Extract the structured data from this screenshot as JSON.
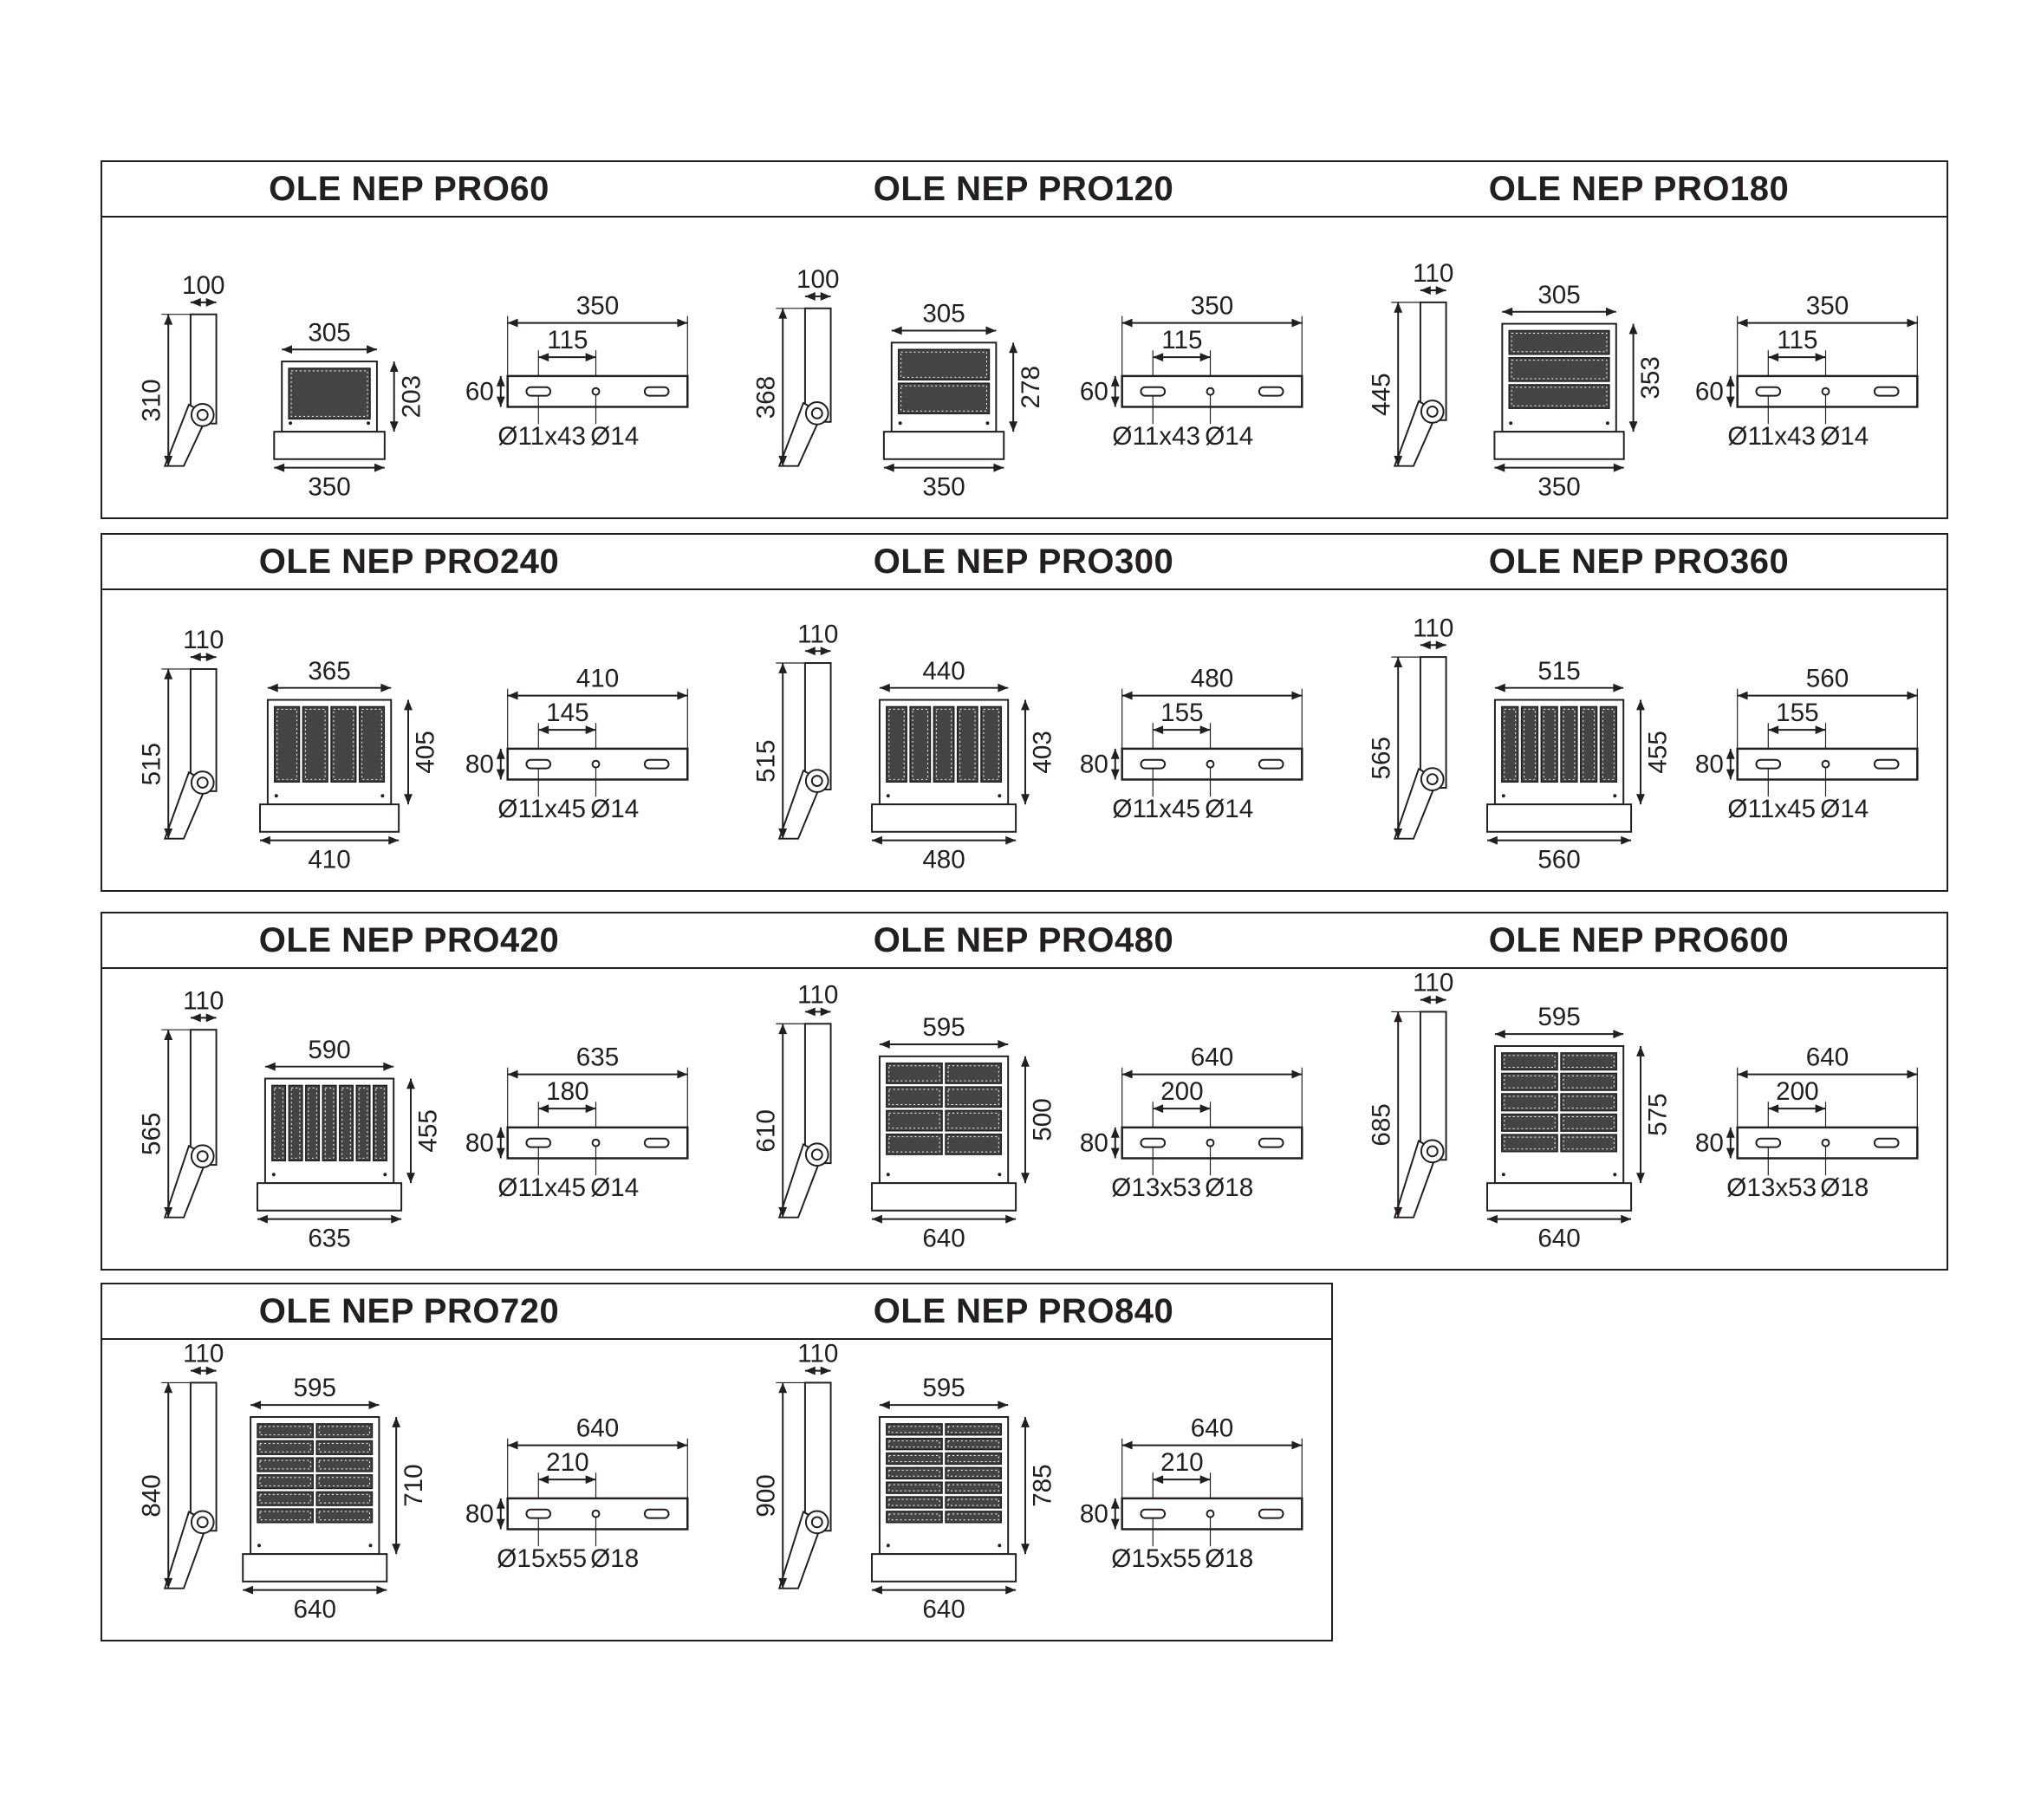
{
  "models": [
    {
      "title": "OLE NEP PRO60",
      "side_depth": "100",
      "side_height": "310",
      "front_width": "305",
      "front_height": "203",
      "base_width": "350",
      "bracket_length": "350",
      "hole_spacing": "115",
      "bracket_height": "60",
      "slot_label": "Ø11x43",
      "hole_label": "Ø14",
      "modules": 1,
      "module_rows": 1,
      "module_cols": 1
    },
    {
      "title": "OLE NEP PRO120",
      "side_depth": "100",
      "side_height": "368",
      "front_width": "305",
      "front_height": "278",
      "base_width": "350",
      "bracket_length": "350",
      "hole_spacing": "115",
      "bracket_height": "60",
      "slot_label": "Ø11x43",
      "hole_label": "Ø14",
      "modules": 2,
      "module_rows": 2,
      "module_cols": 1
    },
    {
      "title": "OLE NEP PRO180",
      "side_depth": "110",
      "side_height": "445",
      "front_width": "305",
      "front_height": "353",
      "base_width": "350",
      "bracket_length": "350",
      "hole_spacing": "115",
      "bracket_height": "60",
      "slot_label": "Ø11x43",
      "hole_label": "Ø14",
      "modules": 3,
      "module_rows": 3,
      "module_cols": 1
    },
    {
      "title": "OLE NEP PRO240",
      "side_depth": "110",
      "side_height": "515",
      "front_width": "365",
      "front_height": "405",
      "base_width": "410",
      "bracket_length": "410",
      "hole_spacing": "145",
      "bracket_height": "80",
      "slot_label": "Ø11x45",
      "hole_label": "Ø14",
      "modules": 4,
      "module_rows": 1,
      "module_cols": 4
    },
    {
      "title": "OLE NEP PRO300",
      "side_depth": "110",
      "side_height": "515",
      "front_width": "440",
      "front_height": "403",
      "base_width": "480",
      "bracket_length": "480",
      "hole_spacing": "155",
      "bracket_height": "80",
      "slot_label": "Ø11x45",
      "hole_label": "Ø14",
      "modules": 5,
      "module_rows": 1,
      "module_cols": 5
    },
    {
      "title": "OLE NEP PRO360",
      "side_depth": "110",
      "side_height": "565",
      "front_width": "515",
      "front_height": "455",
      "base_width": "560",
      "bracket_length": "560",
      "hole_spacing": "155",
      "bracket_height": "80",
      "slot_label": "Ø11x45",
      "hole_label": "Ø14",
      "modules": 6,
      "module_rows": 1,
      "module_cols": 6
    },
    {
      "title": "OLE NEP PRO420",
      "side_depth": "110",
      "side_height": "565",
      "front_width": "590",
      "front_height": "455",
      "base_width": "635",
      "bracket_length": "635",
      "hole_spacing": "180",
      "bracket_height": "80",
      "slot_label": "Ø11x45",
      "hole_label": "Ø14",
      "modules": 7,
      "module_rows": 1,
      "module_cols": 7
    },
    {
      "title": "OLE NEP PRO480",
      "side_depth": "110",
      "side_height": "610",
      "front_width": "595",
      "front_height": "500",
      "base_width": "640",
      "bracket_length": "640",
      "hole_spacing": "200",
      "bracket_height": "80",
      "slot_label": "Ø13x53",
      "hole_label": "Ø18",
      "modules": 8,
      "module_rows": 4,
      "module_cols": 2
    },
    {
      "title": "OLE NEP PRO600",
      "side_depth": "110",
      "side_height": "685",
      "front_width": "595",
      "front_height": "575",
      "base_width": "640",
      "bracket_length": "640",
      "hole_spacing": "200",
      "bracket_height": "80",
      "slot_label": "Ø13x53",
      "hole_label": "Ø18",
      "modules": 10,
      "module_rows": 5,
      "module_cols": 2
    },
    {
      "title": "OLE NEP PRO720",
      "side_depth": "110",
      "side_height": "840",
      "front_width": "595",
      "front_height": "710",
      "base_width": "640",
      "bracket_length": "640",
      "hole_spacing": "210",
      "bracket_height": "80",
      "slot_label": "Ø15x55",
      "hole_label": "Ø18",
      "modules": 12,
      "module_rows": 6,
      "module_cols": 2
    },
    {
      "title": "OLE NEP PRO840",
      "side_depth": "110",
      "side_height": "900",
      "front_width": "595",
      "front_height": "785",
      "base_width": "640",
      "bracket_length": "640",
      "hole_spacing": "210",
      "bracket_height": "80",
      "slot_label": "Ø15x55",
      "hole_label": "Ø18",
      "modules": 14,
      "module_rows": 7,
      "module_cols": 2
    }
  ]
}
